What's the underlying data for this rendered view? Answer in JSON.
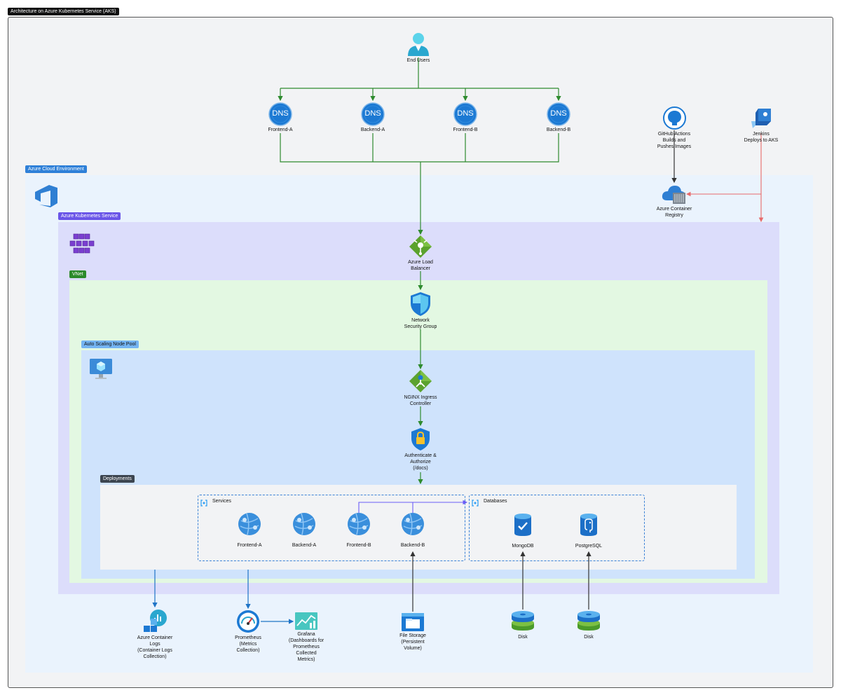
{
  "diagram": {
    "title": "Architecture on Azure Kubernetes Service (AKS)",
    "groups": {
      "azure_cloud": "Azure Cloud Environment",
      "aks": "Azure Kubernetes Service",
      "vnet": "VNet",
      "node_pool": "Auto Scaling Node Pool",
      "deployments": "Deployments",
      "services": "Services",
      "databases": "Databases"
    },
    "nodes": {
      "end_users": "End Users",
      "dns_frontend_a": "Frontend-A",
      "dns_backend_a": "Backend-A",
      "dns_frontend_b": "Frontend-B",
      "dns_backend_b": "Backend-B",
      "dns_text": "DNS",
      "github": "GitHub Actions\nBuilds and\nPushes Images",
      "jenkins": "Jenkins\nDeploys to AKS",
      "acr": "Azure Container\nRegistry",
      "load_balancer": "Azure Load\nBalancer",
      "nsg": "Network\nSecurity Group",
      "nginx": "NGINX Ingress\nController",
      "auth": "Authenticate &\nAuthorize\n(/docs)",
      "svc_frontend_a": "Frontend-A",
      "svc_backend_a": "Backend-A",
      "svc_frontend_b": "Frontend-B",
      "svc_backend_b": "Backend-B",
      "mongodb": "MongoDB",
      "postgresql": "PostgreSQL",
      "container_logs": "Azure Container\nLogs\n(Container Logs\nCollection)",
      "prometheus": "Prometheus\n(Metrics\nCollection)",
      "grafana": "Grafana\n(Dashboards for\nPrometheus\nCollected\nMetrics)",
      "file_storage": "File Storage\n(Persistent\nVolume)",
      "disk_1": "Disk",
      "disk_2": "Disk"
    },
    "colors": {
      "edge_green": "#2e8b2e",
      "edge_blue": "#1f74c6",
      "edge_red": "#e86a6a",
      "edge_purple": "#6b5cf6",
      "edge_dark": "#333333"
    }
  }
}
